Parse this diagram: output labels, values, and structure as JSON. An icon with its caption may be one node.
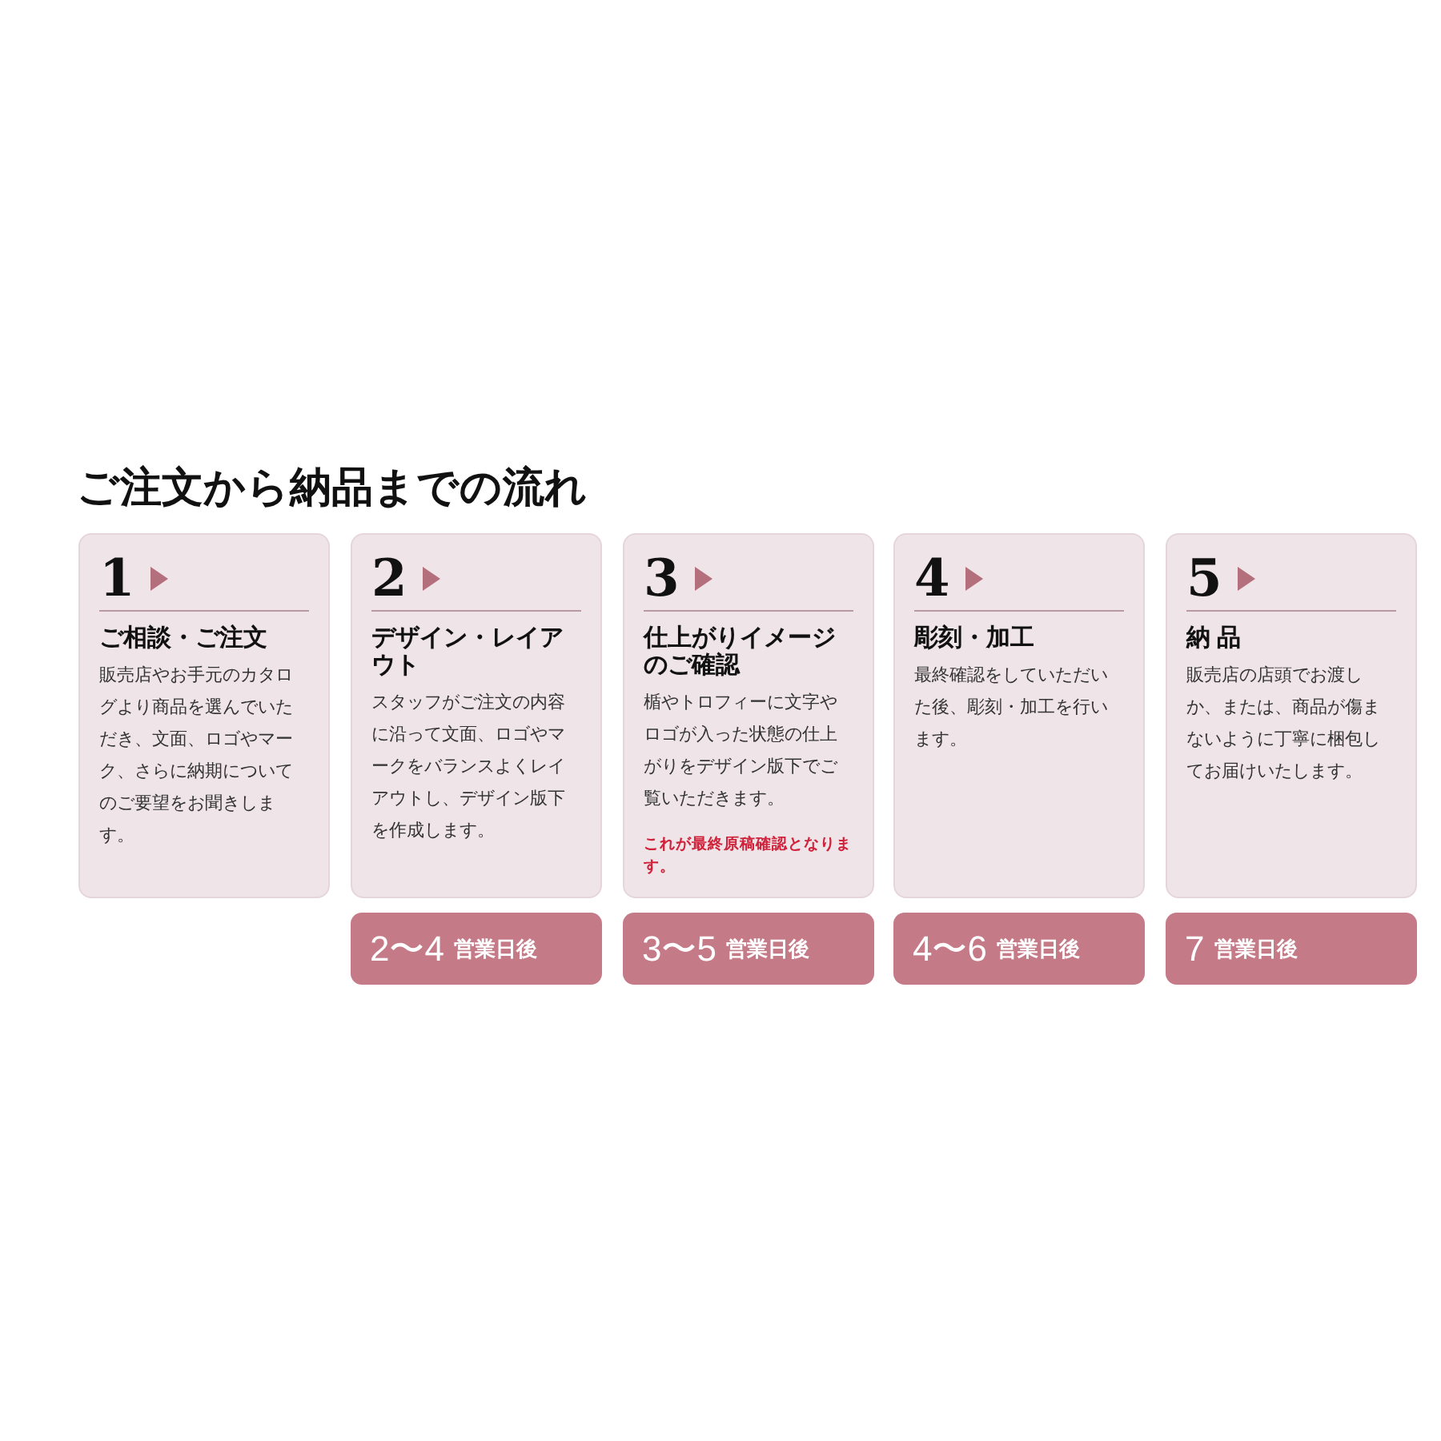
{
  "diagram": {
    "title": "ご注文から納品までの流れ",
    "nodes": [
      {
        "text": [
          "1",
          "ご相談・ご注文",
          "販売店やお手元のカタログより商品を選んでいただき、文面、ロゴやマーク、さらに納期についてのご要望をお聞きします。"
        ]
      },
      {
        "text": [
          "2",
          "デザイン・レイアウト",
          "スタッフがご注文の内容に沿って文面、ロゴやマークをバランスよくレイアウトし、デザイン版下を作成します。"
        ],
        "beside": [
          "2〜4",
          "営業日後"
        ]
      },
      {
        "text": [
          "3",
          "仕上がりイメージのご確認",
          "楯やトロフィーに文字やロゴが入った状態の仕上がりをデザイン版下でご覧いただきます。",
          "これが最終原稿確認となります。"
        ],
        "beside": [
          "3〜5",
          "営業日後"
        ]
      },
      {
        "text": [
          "4",
          "彫刻・加工",
          "最終確認をしていただいた後、彫刻・加工を行います。"
        ],
        "beside": [
          "4〜6",
          "営業日後"
        ]
      },
      {
        "text": [
          "5",
          "納 品",
          "販売店の店頭でお渡しか、または、商品が傷まないように丁寧に梱包してお届けいたします。"
        ],
        "beside": [
          "7",
          "営業日後"
        ]
      }
    ]
  }
}
